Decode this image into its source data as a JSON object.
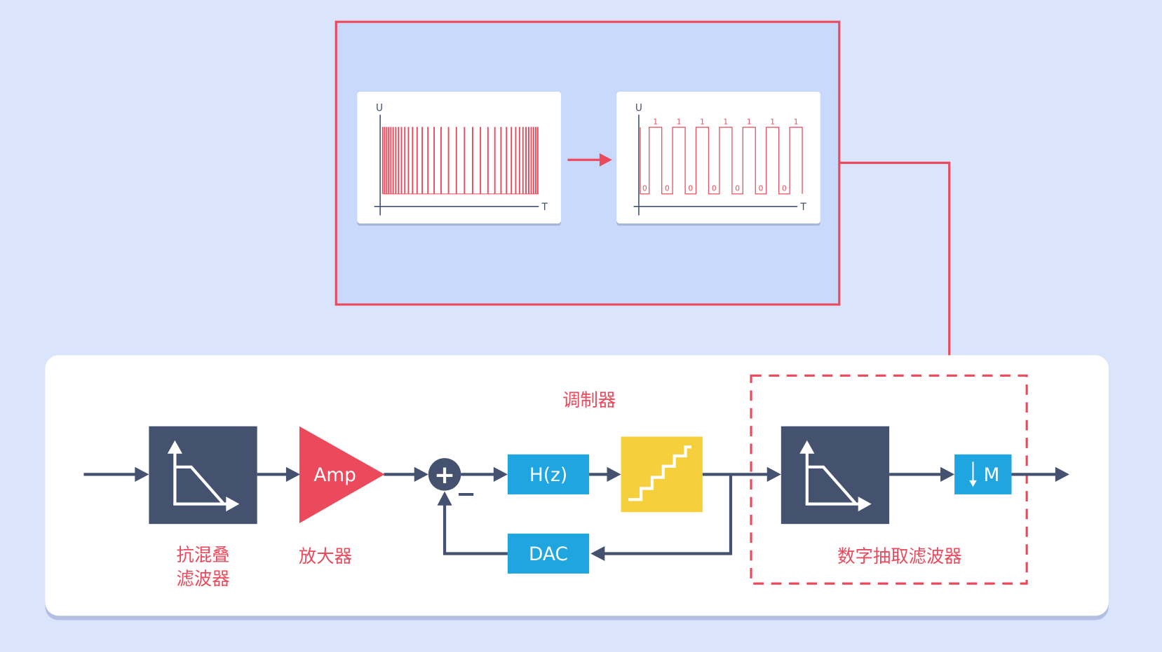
{
  "colors": {
    "background": "#dae5fc",
    "highlight_panel_fill": "#c8d9fb",
    "accent_red": "#eb4a5c",
    "navy": "#44516f",
    "blue": "#1fa5e0",
    "yellow": "#f5cf3c"
  },
  "top_panel": {
    "pdm_plot": {
      "y_axis_label": "U",
      "x_axis_label": "T"
    },
    "pwm_plot": {
      "y_axis_label": "U",
      "x_axis_label": "T",
      "pulses": [
        {
          "low": "0",
          "high": "1"
        },
        {
          "low": "0",
          "high": "1"
        },
        {
          "low": "0",
          "high": "1"
        },
        {
          "low": "0",
          "high": "1"
        },
        {
          "low": "0",
          "high": "1"
        },
        {
          "low": "0",
          "high": "1"
        },
        {
          "low": "0",
          "high": "1"
        }
      ]
    }
  },
  "block_diagram": {
    "modulator_label": "调制器",
    "anti_alias_filter": {
      "label_line1": "抗混叠",
      "label_line2": "滤波器",
      "icon": "lowpass-filter-icon"
    },
    "amplifier": {
      "text": "Amp",
      "label": "放大器"
    },
    "summing_junction": {
      "plus": "+",
      "minus": "−"
    },
    "loop_filter": "H(z)",
    "quantizer_icon": "staircase-icon",
    "dac": "DAC",
    "decimation_filter": {
      "label": "数字抽取滤波器",
      "icon": "lowpass-filter-icon"
    },
    "downsampler": {
      "text": "M",
      "icon": "down-arrow-icon"
    }
  }
}
